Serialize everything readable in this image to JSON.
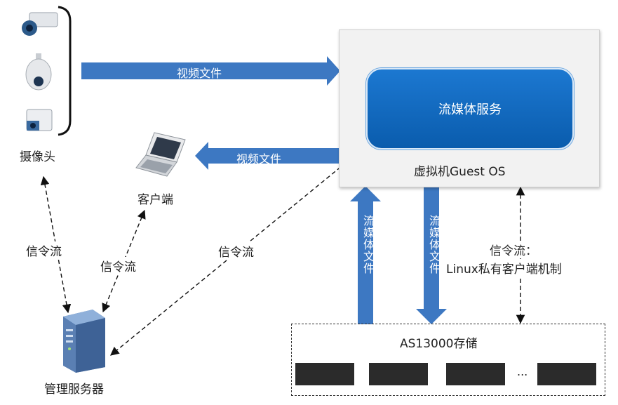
{
  "nodes": {
    "camera": "摄像头",
    "client": "客户端",
    "management_server": "管理服务器",
    "stream_service": "流媒体服务",
    "vm": "虚拟机Guest OS",
    "storage": "AS13000存储",
    "storage_more": "..."
  },
  "edges": {
    "camera_to_vm": "视频文件",
    "vm_to_client": "视频文件",
    "signal_camera": "信令流",
    "signal_client": "信令流",
    "signal_vm": "信令流",
    "storage_to_vm": "流媒体文件",
    "vm_to_storage": "流媒体文件",
    "signal_storage_line1": "信令流：",
    "signal_storage_line2": "Linux私有客户端机制"
  },
  "colors": {
    "arrow_blue": "#3d78c2",
    "service_blue": "#0b62b5"
  },
  "icons": [
    "camera-box-icon",
    "camera-dome-icon",
    "camera-small-icon",
    "laptop-icon",
    "server-icon",
    "storage-rack-icon"
  ]
}
